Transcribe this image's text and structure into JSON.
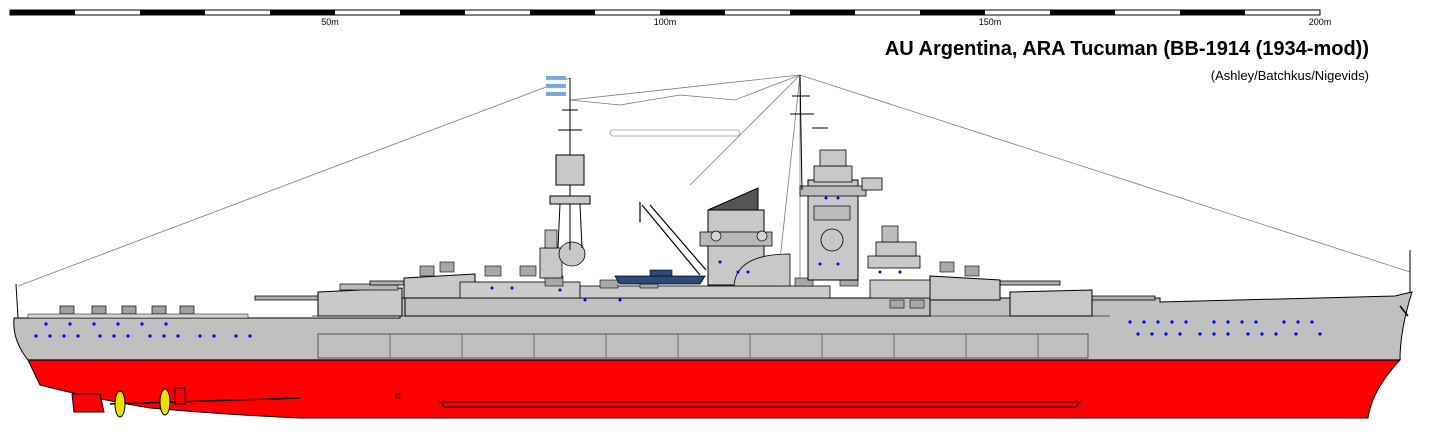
{
  "header": {
    "title": "AU Argentina, ARA Tucuman (BB-1914 (1934-mod))",
    "credits": "(Ashley/Batchkus/Nigevids)"
  },
  "scale_bar": {
    "labels": [
      "50m",
      "100m",
      "150m",
      "200m"
    ]
  },
  "colors": {
    "hull_grey": "#c0c0c0",
    "underwater_red": "#ff0000",
    "outline": "#000000",
    "port_blue": "#0000ff",
    "flag_blue": "#74acdf",
    "boat_navy": "#2e4a7a"
  }
}
